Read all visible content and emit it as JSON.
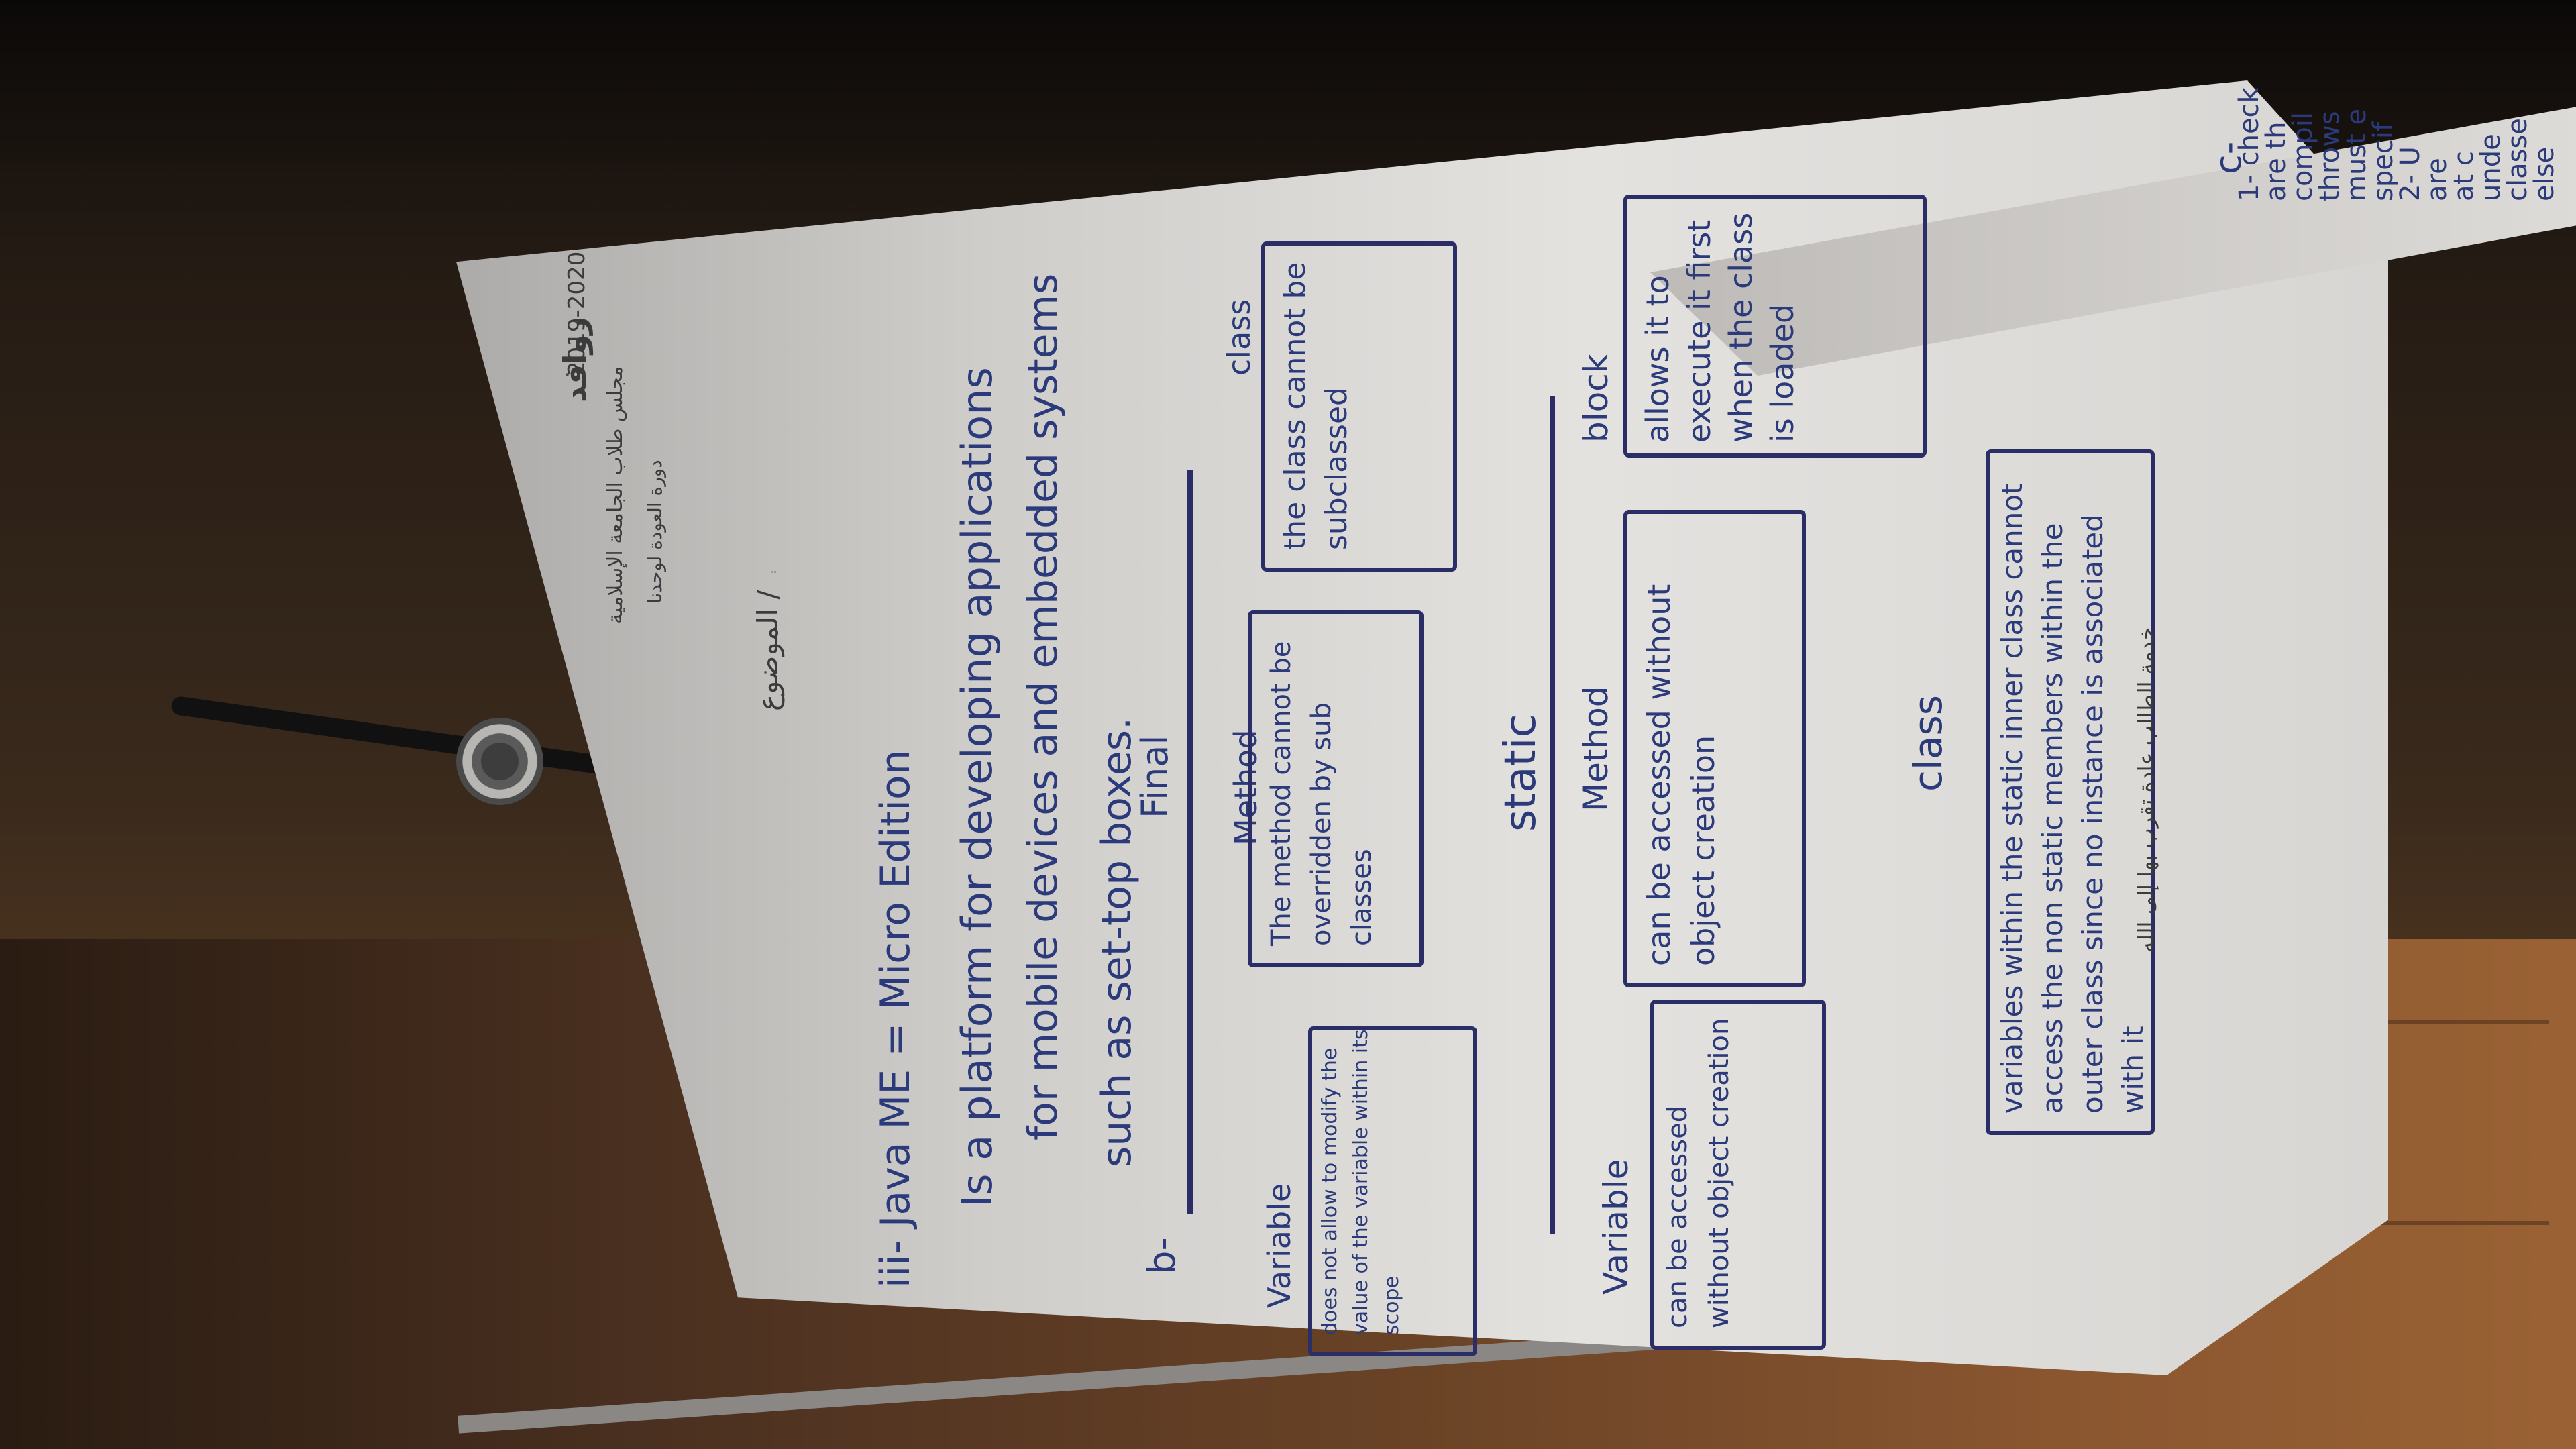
{
  "header": {
    "org_line1": "مجلس طلاب الجامعة الإسلامية",
    "org_line2": "دورة العودة لوحدنا",
    "year": "2019-2020",
    "brand": "روافد",
    "subject_label": "الموضوع /"
  },
  "notes": {
    "iii_line": "iii- Java ME = Micro Edition",
    "platform_line1": "Is a platform for developing applications",
    "platform_line2": "for mobile devices and embedded systems",
    "platform_line3": "such as set-top boxes.",
    "b_label": "b-",
    "final_label": "Final",
    "final_variable": "Variable",
    "final_method": "Method",
    "final_class": "class",
    "final_variable_desc": "does not allow to modify the value of the variable within its scope",
    "final_method_desc": "The method cannot be overridden by sub classes",
    "final_class_desc": "the class cannot be subclassed",
    "static_label": "static",
    "static_variable": "Variable",
    "static_method": "Method",
    "static_block": "block",
    "static_class": "class",
    "static_variable_desc": "can be accessed without object creation",
    "static_method_desc": "can be accessed without object creation",
    "static_block_desc": "allows it to execute it first when the class is loaded",
    "static_class_desc": "variables within the static inner class cannot access the non static members within the outer class since no instance is associated with it",
    "footer_band": "خدمة الطالب عادة تقرب بها إلى الله",
    "c_label": "c-",
    "right_col": [
      "1- check",
      "are th",
      "compil",
      "throws",
      "must e",
      "specif",
      "2- U",
      "are",
      "at c",
      "unde",
      "classe",
      "else"
    ]
  }
}
